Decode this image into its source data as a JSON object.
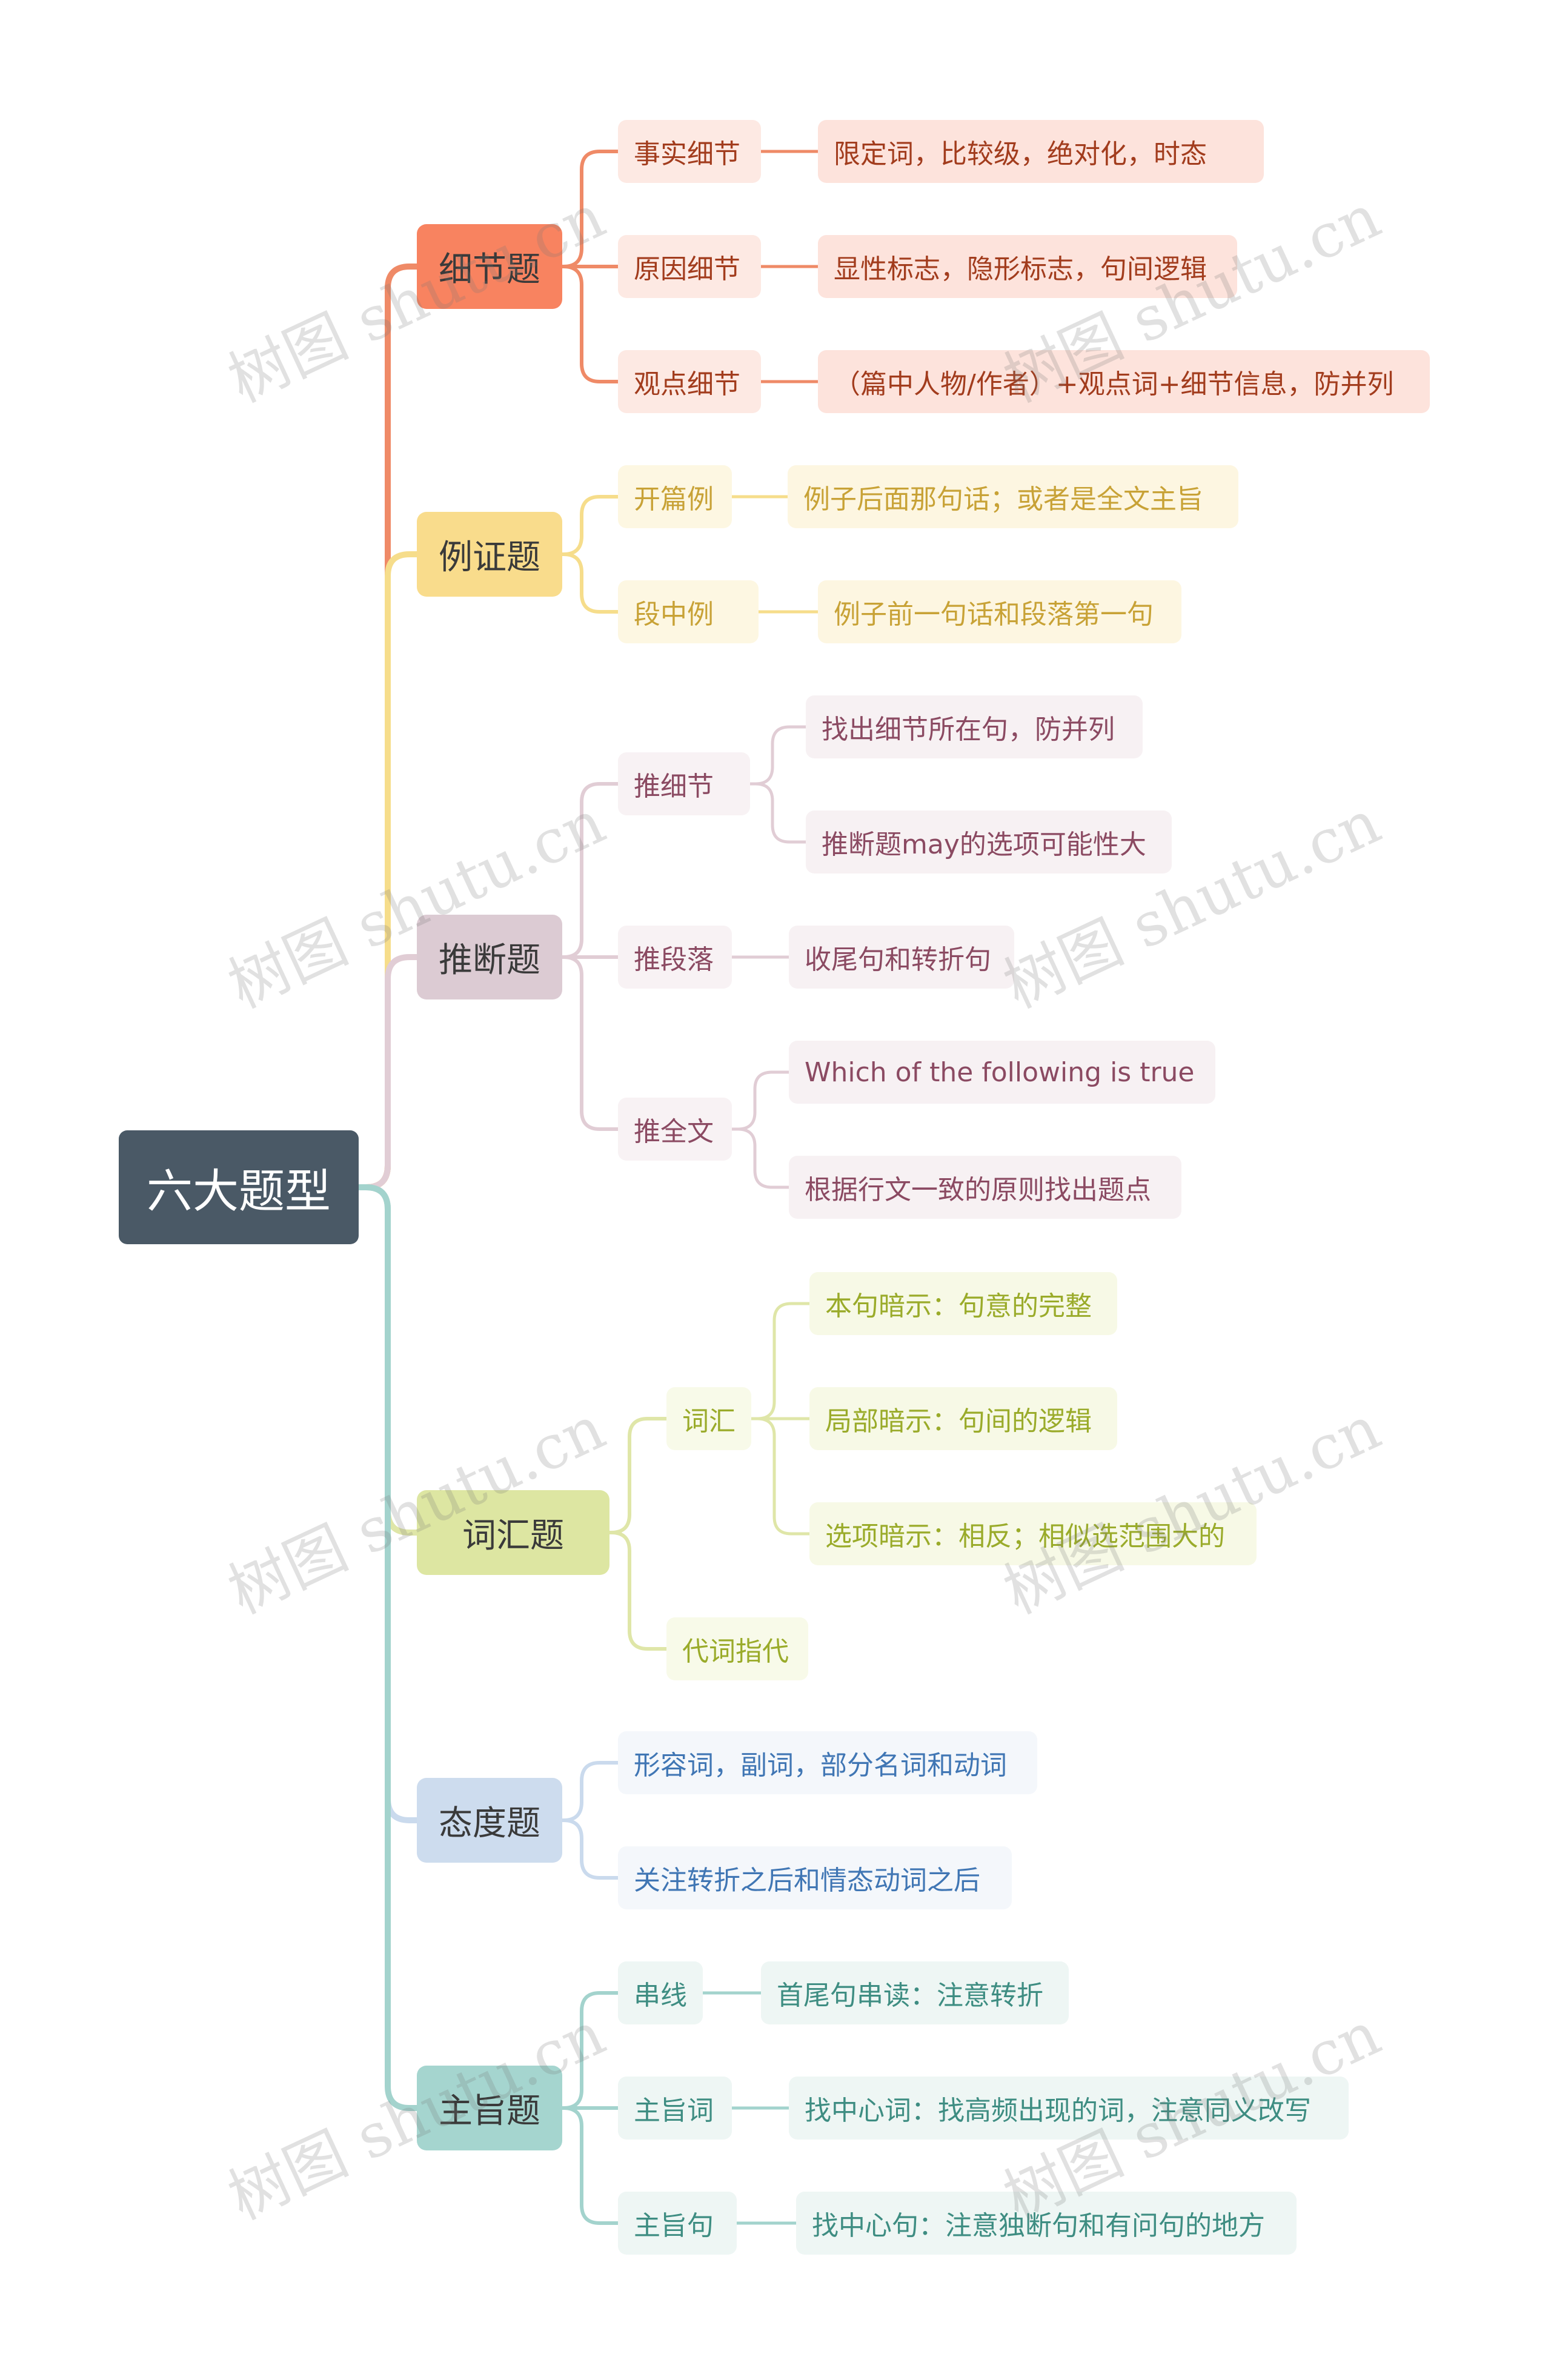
{
  "root": {
    "label": "六大题型",
    "bg": "#4a5966"
  },
  "branches": [
    {
      "label": "细节题",
      "colors": {
        "line": "#ef8a67",
        "main_bg": "#f88360",
        "sub_bg": "#fde9e3",
        "leaf_bg": "#fde3dc",
        "text": "#a23c1d"
      },
      "children": [
        {
          "label": "事实细节",
          "children": [
            {
              "label": "限定词，比较级，绝对化，时态"
            }
          ]
        },
        {
          "label": "原因细节",
          "children": [
            {
              "label": "显性标志，隐形标志，句间逻辑"
            }
          ]
        },
        {
          "label": "观点细节",
          "children": [
            {
              "label": "（篇中人物/作者）+观点词+细节信息，防并列"
            }
          ]
        }
      ]
    },
    {
      "label": "例证题",
      "colors": {
        "line": "#f6dd8b",
        "main_bg": "#f9dc8c",
        "sub_bg": "#fdf7e2",
        "leaf_bg": "#fdf6e1",
        "text": "#c8a236"
      },
      "children": [
        {
          "label": "开篇例",
          "children": [
            {
              "label": "例子后面那句话；或者是全文主旨"
            }
          ]
        },
        {
          "label": "段中例",
          "children": [
            {
              "label": "例子前一句话和段落第一句"
            }
          ]
        }
      ]
    },
    {
      "label": "推断题",
      "colors": {
        "line": "#e1cdd5",
        "main_bg": "#dccbd3",
        "sub_bg": "#f8f2f4",
        "leaf_bg": "#f7f1f3",
        "text": "#8b4a62"
      },
      "children": [
        {
          "label": "推细节",
          "children": [
            {
              "label": "找出细节所在句，防并列"
            },
            {
              "label": "推断题may的选项可能性大"
            }
          ]
        },
        {
          "label": "推段落",
          "children": [
            {
              "label": "收尾句和转折句"
            }
          ]
        },
        {
          "label": "推全文",
          "children": [
            {
              "label": "Which of the following is true"
            },
            {
              "label": "根据行文一致的原则找出题点"
            }
          ]
        }
      ]
    },
    {
      "label": "词汇题",
      "colors": {
        "line": "#dfe6a8",
        "main_bg": "#dde6a2",
        "sub_bg": "#f8fae9",
        "leaf_bg": "#f7f9e6",
        "text": "#9aab2a"
      },
      "children": [
        {
          "label": "词汇",
          "children": [
            {
              "label": "本句暗示：句意的完整"
            },
            {
              "label": "局部暗示：句间的逻辑"
            },
            {
              "label": "选项暗示：相反；相似选范围大的"
            }
          ]
        },
        {
          "label": "代词指代",
          "children": []
        }
      ]
    },
    {
      "label": "态度题",
      "colors": {
        "line": "#cadaed",
        "main_bg": "#cddcee",
        "sub_bg": "#f4f7fb",
        "leaf_bg": "#f4f7fb",
        "text": "#4076b4"
      },
      "children": [
        {
          "label": "形容词，副词，部分名词和动词",
          "children": []
        },
        {
          "label": "关注转折之后和情态动词之后",
          "children": []
        }
      ]
    },
    {
      "label": "主旨题",
      "colors": {
        "line": "#a3d3cd",
        "main_bg": "#a5d5cf",
        "sub_bg": "#eef6f4",
        "leaf_bg": "#eef6f4",
        "text": "#3e8d82"
      },
      "children": [
        {
          "label": "串线",
          "children": [
            {
              "label": "首尾句串读：注意转折"
            }
          ]
        },
        {
          "label": "主旨词",
          "children": [
            {
              "label": "找中心词：找高频出现的词，注意同义改写"
            }
          ]
        },
        {
          "label": "主旨句",
          "children": [
            {
              "label": "找中心句：注意独断句和有问句的地方"
            }
          ]
        }
      ]
    }
  ],
  "watermark": "树图 shutu.cn"
}
